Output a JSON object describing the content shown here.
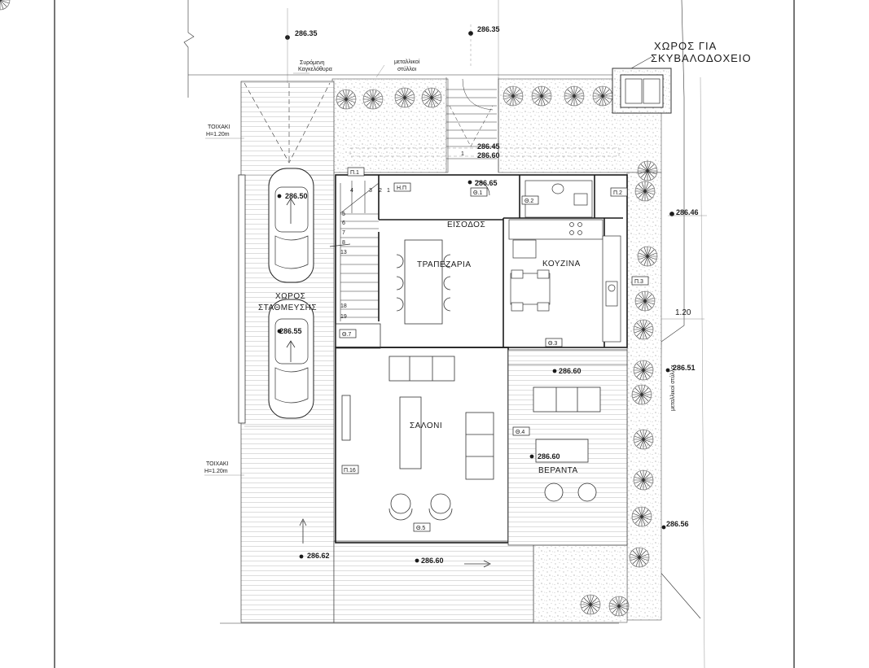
{
  "rooms": {
    "entrance": "ΕΙΣΟΔΟΣ",
    "dining": "ΤΡΑΠΕΖΑΡΙΑ",
    "kitchen": "ΚΟΥΖΙΝΑ",
    "living": "ΣΑΛΟΝΙ",
    "veranda": "ΒΕΡΑΝΤΑ",
    "parking_line1": "ΧΩΡΟΣ",
    "parking_line2": "ΣΤΑΘΜΕΥΣΗΣ"
  },
  "trash_area": {
    "line1": "ΧΩΡΟΣ ΓΙΑ",
    "line2": "ΣΚΥΒΑΛΟΔΟΧΕΙΟ"
  },
  "notes": {
    "sliding_gate_line1": "Συρόμενη",
    "sliding_gate_line2": "Καγκελόθυρα",
    "metal_posts_line1": "μεταλλικοί",
    "metal_posts_line2": "στύλλοι",
    "wall_top_line1": "ΤΟΙΧΑΚΙ",
    "wall_top_line2": "H=1.20m",
    "wall_bottom_line1": "ΤΟΙΧΑΚΙ",
    "wall_bottom_line2": "H=1.20m",
    "metal_posts_right": "μεταλλικοί στύλλοι",
    "dimension_right": "1.20"
  },
  "elevations": {
    "top_left": "286.35",
    "top_mid": "286.35",
    "stair_a": "286.45",
    "stair_b": "286.60",
    "door": "286.65",
    "right_1": "286.46",
    "car_1": "286.50",
    "car_2": "286.55",
    "veranda_top": "286.60",
    "veranda": "286.60",
    "right_2": "286.51",
    "right_3": "286.56",
    "bottom_left": "286.62",
    "bottom_mid": "286.60"
  },
  "tags": {
    "p1": "Π.1",
    "p2": "Π.2",
    "p3": "Π.3",
    "p16": "Π.16",
    "hp": "Η.Π",
    "th1": "Θ.1",
    "th2": "Θ.2",
    "th3": "Θ.3",
    "th4": "Θ.4",
    "th5": "Θ.5",
    "th7": "Θ.7"
  },
  "stairs": {
    "s1": "1",
    "s2": "2",
    "s3": "3",
    "s4": "4",
    "s5": "5",
    "s6": "6",
    "s7": "7",
    "s8": "8",
    "s13": "13",
    "s18": "18",
    "s19": "19",
    "ext": "1"
  }
}
